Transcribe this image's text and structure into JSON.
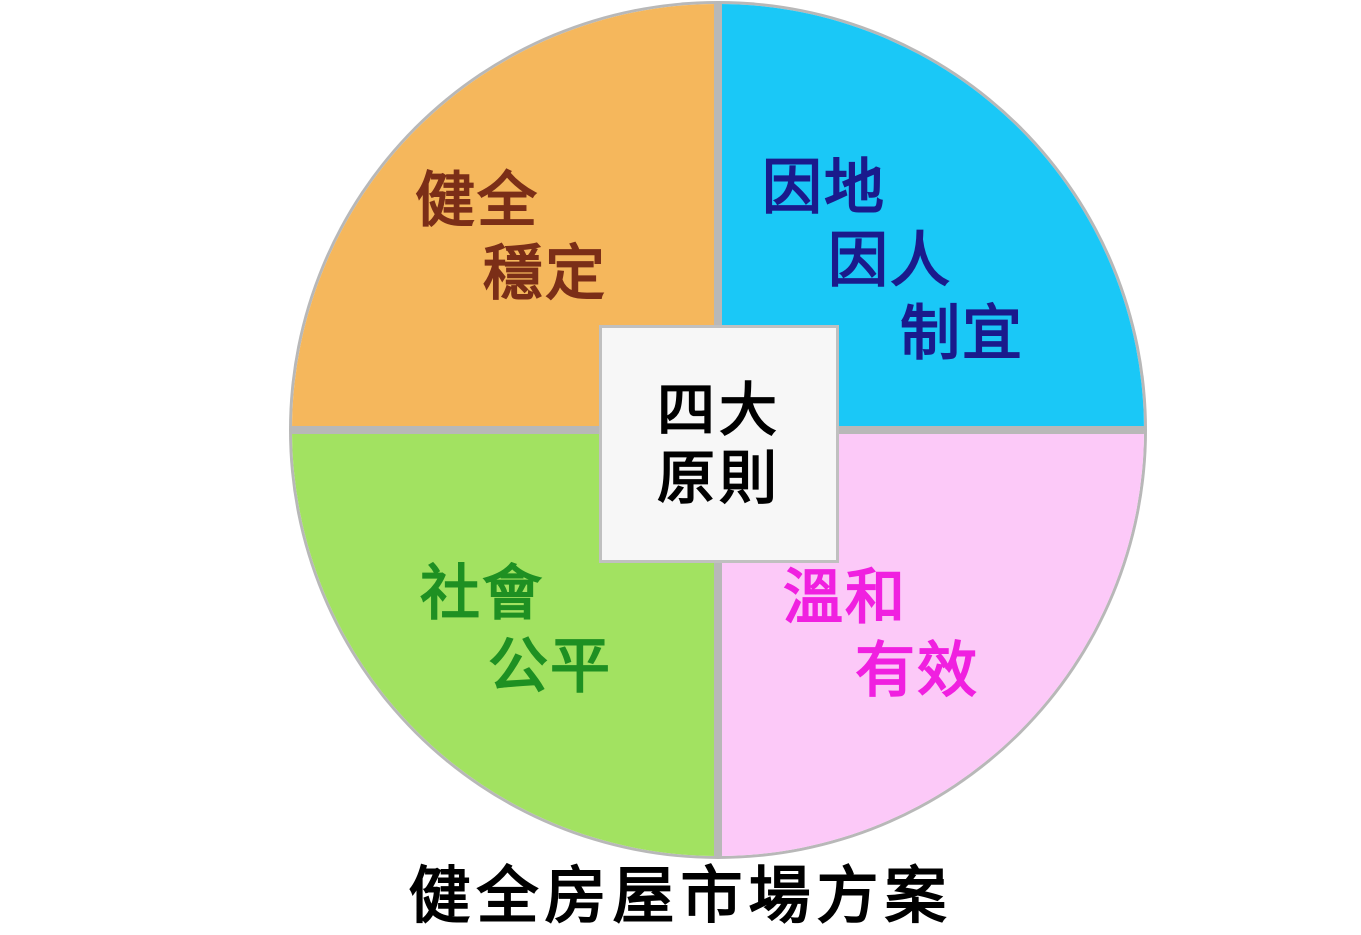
{
  "diagram": {
    "type": "pie-quadrant-diagram",
    "center_label": {
      "lines": [
        "四大",
        "原則"
      ],
      "text_color": "#000000",
      "background": "#f7f7f7",
      "border_color": "#c0c0c0"
    },
    "caption": "健全房屋市場方案",
    "caption_color": "#000000",
    "circle_border_color": "#b8b8b8",
    "quadrants": [
      {
        "position": "top-left",
        "name": "健全穩定",
        "lines": [
          "健全",
          "穩定"
        ],
        "fill": "#F5B75C",
        "text_color": "#7B2E17"
      },
      {
        "position": "top-right",
        "name": "因地因人制宜",
        "lines": [
          "因地",
          "因人",
          "制宜"
        ],
        "fill": "#1AC8F7",
        "text_color": "#1A1A8C"
      },
      {
        "position": "bottom-left",
        "name": "社會公平",
        "lines": [
          "社會",
          "公平"
        ],
        "fill": "#A2E261",
        "text_color": "#1E9022"
      },
      {
        "position": "bottom-right",
        "name": "溫和有效",
        "lines": [
          "溫和",
          "有效"
        ],
        "fill": "#FCC9F8",
        "text_color": "#F020E0"
      }
    ]
  }
}
